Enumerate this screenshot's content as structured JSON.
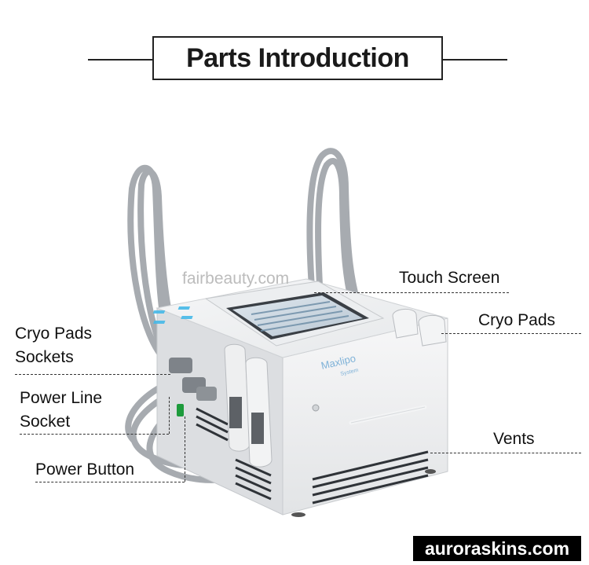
{
  "title": "Parts Introduction",
  "watermark": "fairbeauty.com",
  "device_brand": "Maxlipo",
  "device_sub": "System",
  "labels": {
    "touch_screen": "Touch Screen",
    "cryo_pads_left_1": "Cryo Pads",
    "cryo_pads_left_2": "Sockets",
    "cryo_pads_right": "Cryo Pads",
    "power_line_1": "Power Line",
    "power_line_2": "Socket",
    "vents": "Vents",
    "power_button": "Power Button"
  },
  "footer": "auroraskins.com"
}
